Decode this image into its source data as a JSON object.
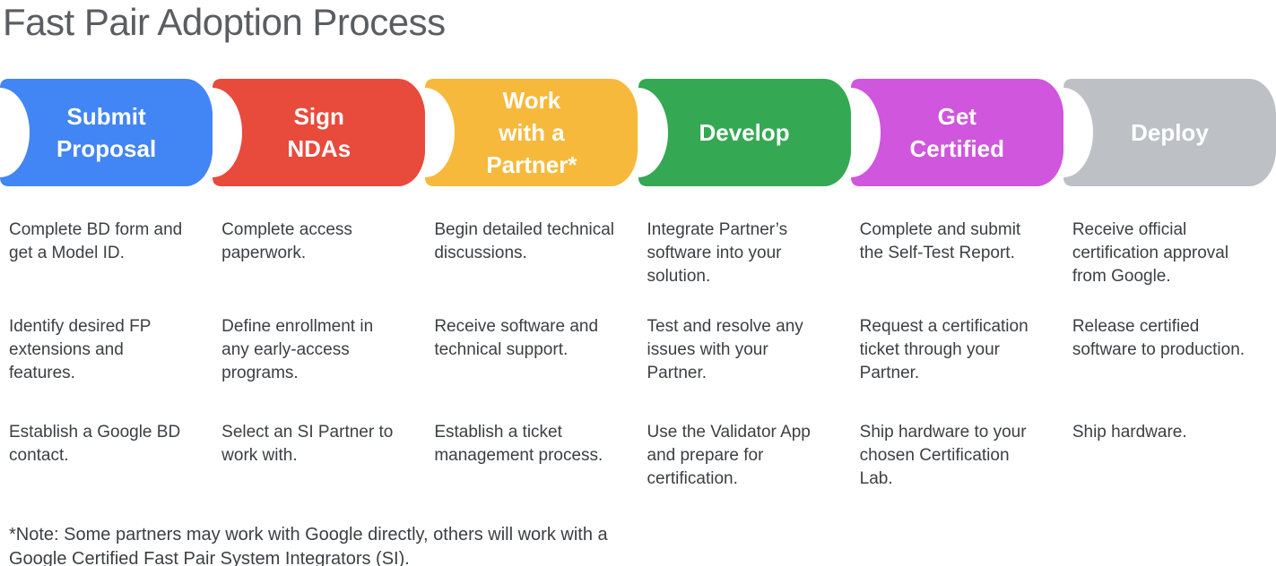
{
  "title": "Fast Pair Adoption Process",
  "stages": [
    {
      "label": "Submit\nProposal",
      "color": "#4285F4",
      "steps": [
        "Complete BD form and get a Model ID.",
        "Identify desired FP extensions and features.",
        "Establish a Google BD contact."
      ]
    },
    {
      "label": "Sign\nNDAs",
      "color": "#E84A3C",
      "steps": [
        "Complete access paperwork.",
        "Define enrollment in any early-access programs.",
        "Select an SI Partner to work with."
      ]
    },
    {
      "label": "Work\nwith a\nPartner*",
      "color": "#F6B93C",
      "steps": [
        "Begin detailed technical discussions.",
        "Receive software and technical support.",
        "Establish a ticket management process."
      ]
    },
    {
      "label": "Develop",
      "color": "#34A853",
      "steps": [
        "Integrate Partner’s software into your solution.",
        "Test and resolve any issues with your Partner.",
        "Use the Validator App and prepare for certification."
      ]
    },
    {
      "label": "Get\nCertified",
      "color": "#CF56DD",
      "steps": [
        "Complete and submit the Self-Test Report.",
        "Request a certification ticket through your Partner.",
        "Ship hardware to your chosen Certification Lab."
      ]
    },
    {
      "label": "Deploy",
      "color": "#BDC1C6",
      "steps": [
        "Receive official certification approval from Google.",
        "Release certified software to production.",
        "Ship hardware."
      ]
    }
  ],
  "note": "*Note: Some partners may work with Google directly, others will work with a Google Certified Fast Pair System Integrators (SI)."
}
